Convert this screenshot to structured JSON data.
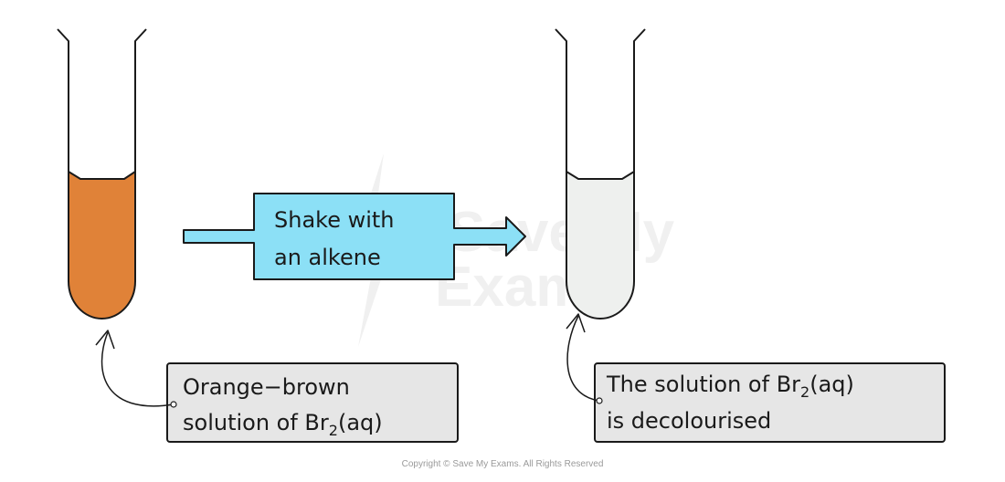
{
  "watermark": {
    "line1": "Save My",
    "line2": "Exams"
  },
  "arrow_box": {
    "line1": "Shake with",
    "line2": "an alkene"
  },
  "label_left": {
    "line1": "Orange−brown",
    "line2_prefix": "solution of Br",
    "line2_sub": "2",
    "line2_suffix": "(aq)"
  },
  "label_right": {
    "line1_prefix": "The solution of Br",
    "line1_sub": "2",
    "line1_suffix": "(aq)",
    "line2": "is decolourised"
  },
  "footer": {
    "copyright": "Copyright © Save My Exams. All Rights Reserved"
  },
  "colors": {
    "bromine_solution": "#e08238",
    "decolourised_solution": "#eef0ee",
    "arrow_fill": "#8ce0f6",
    "label_box_fill": "#e6e6e6",
    "outline": "#1a1a1a",
    "watermark": "#f0f0f0"
  }
}
